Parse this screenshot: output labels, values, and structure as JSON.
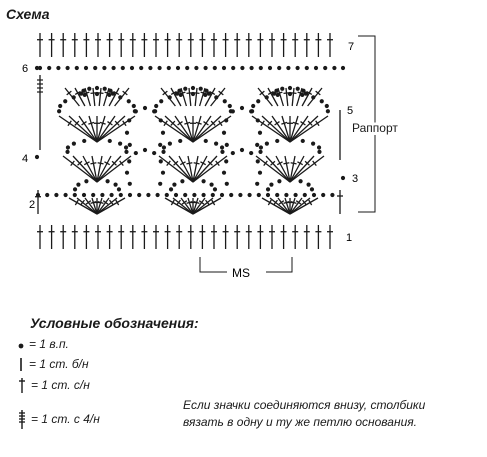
{
  "diagram": {
    "title": "Схема",
    "row_numbers": [
      "1",
      "2",
      "3",
      "4",
      "5",
      "6",
      "7"
    ],
    "repeat_label": "Раппорт",
    "ms_label": "MS"
  },
  "legend": {
    "title": "Условные обозначения:",
    "items": [
      {
        "symbol": "chain-stitch-icon",
        "label": "= 1 в.п."
      },
      {
        "symbol": "single-crochet-icon",
        "label": "= 1 ст. б/н"
      },
      {
        "symbol": "double-crochet-icon",
        "label": "= 1 ст. с/н"
      },
      {
        "symbol": "quadruple-crochet-icon",
        "label": "= 1 ст. с 4/н"
      }
    ],
    "note_lines": [
      "Если значки соединяются внизу, столбики",
      "вязать в одну и ту же петлю основания."
    ]
  }
}
